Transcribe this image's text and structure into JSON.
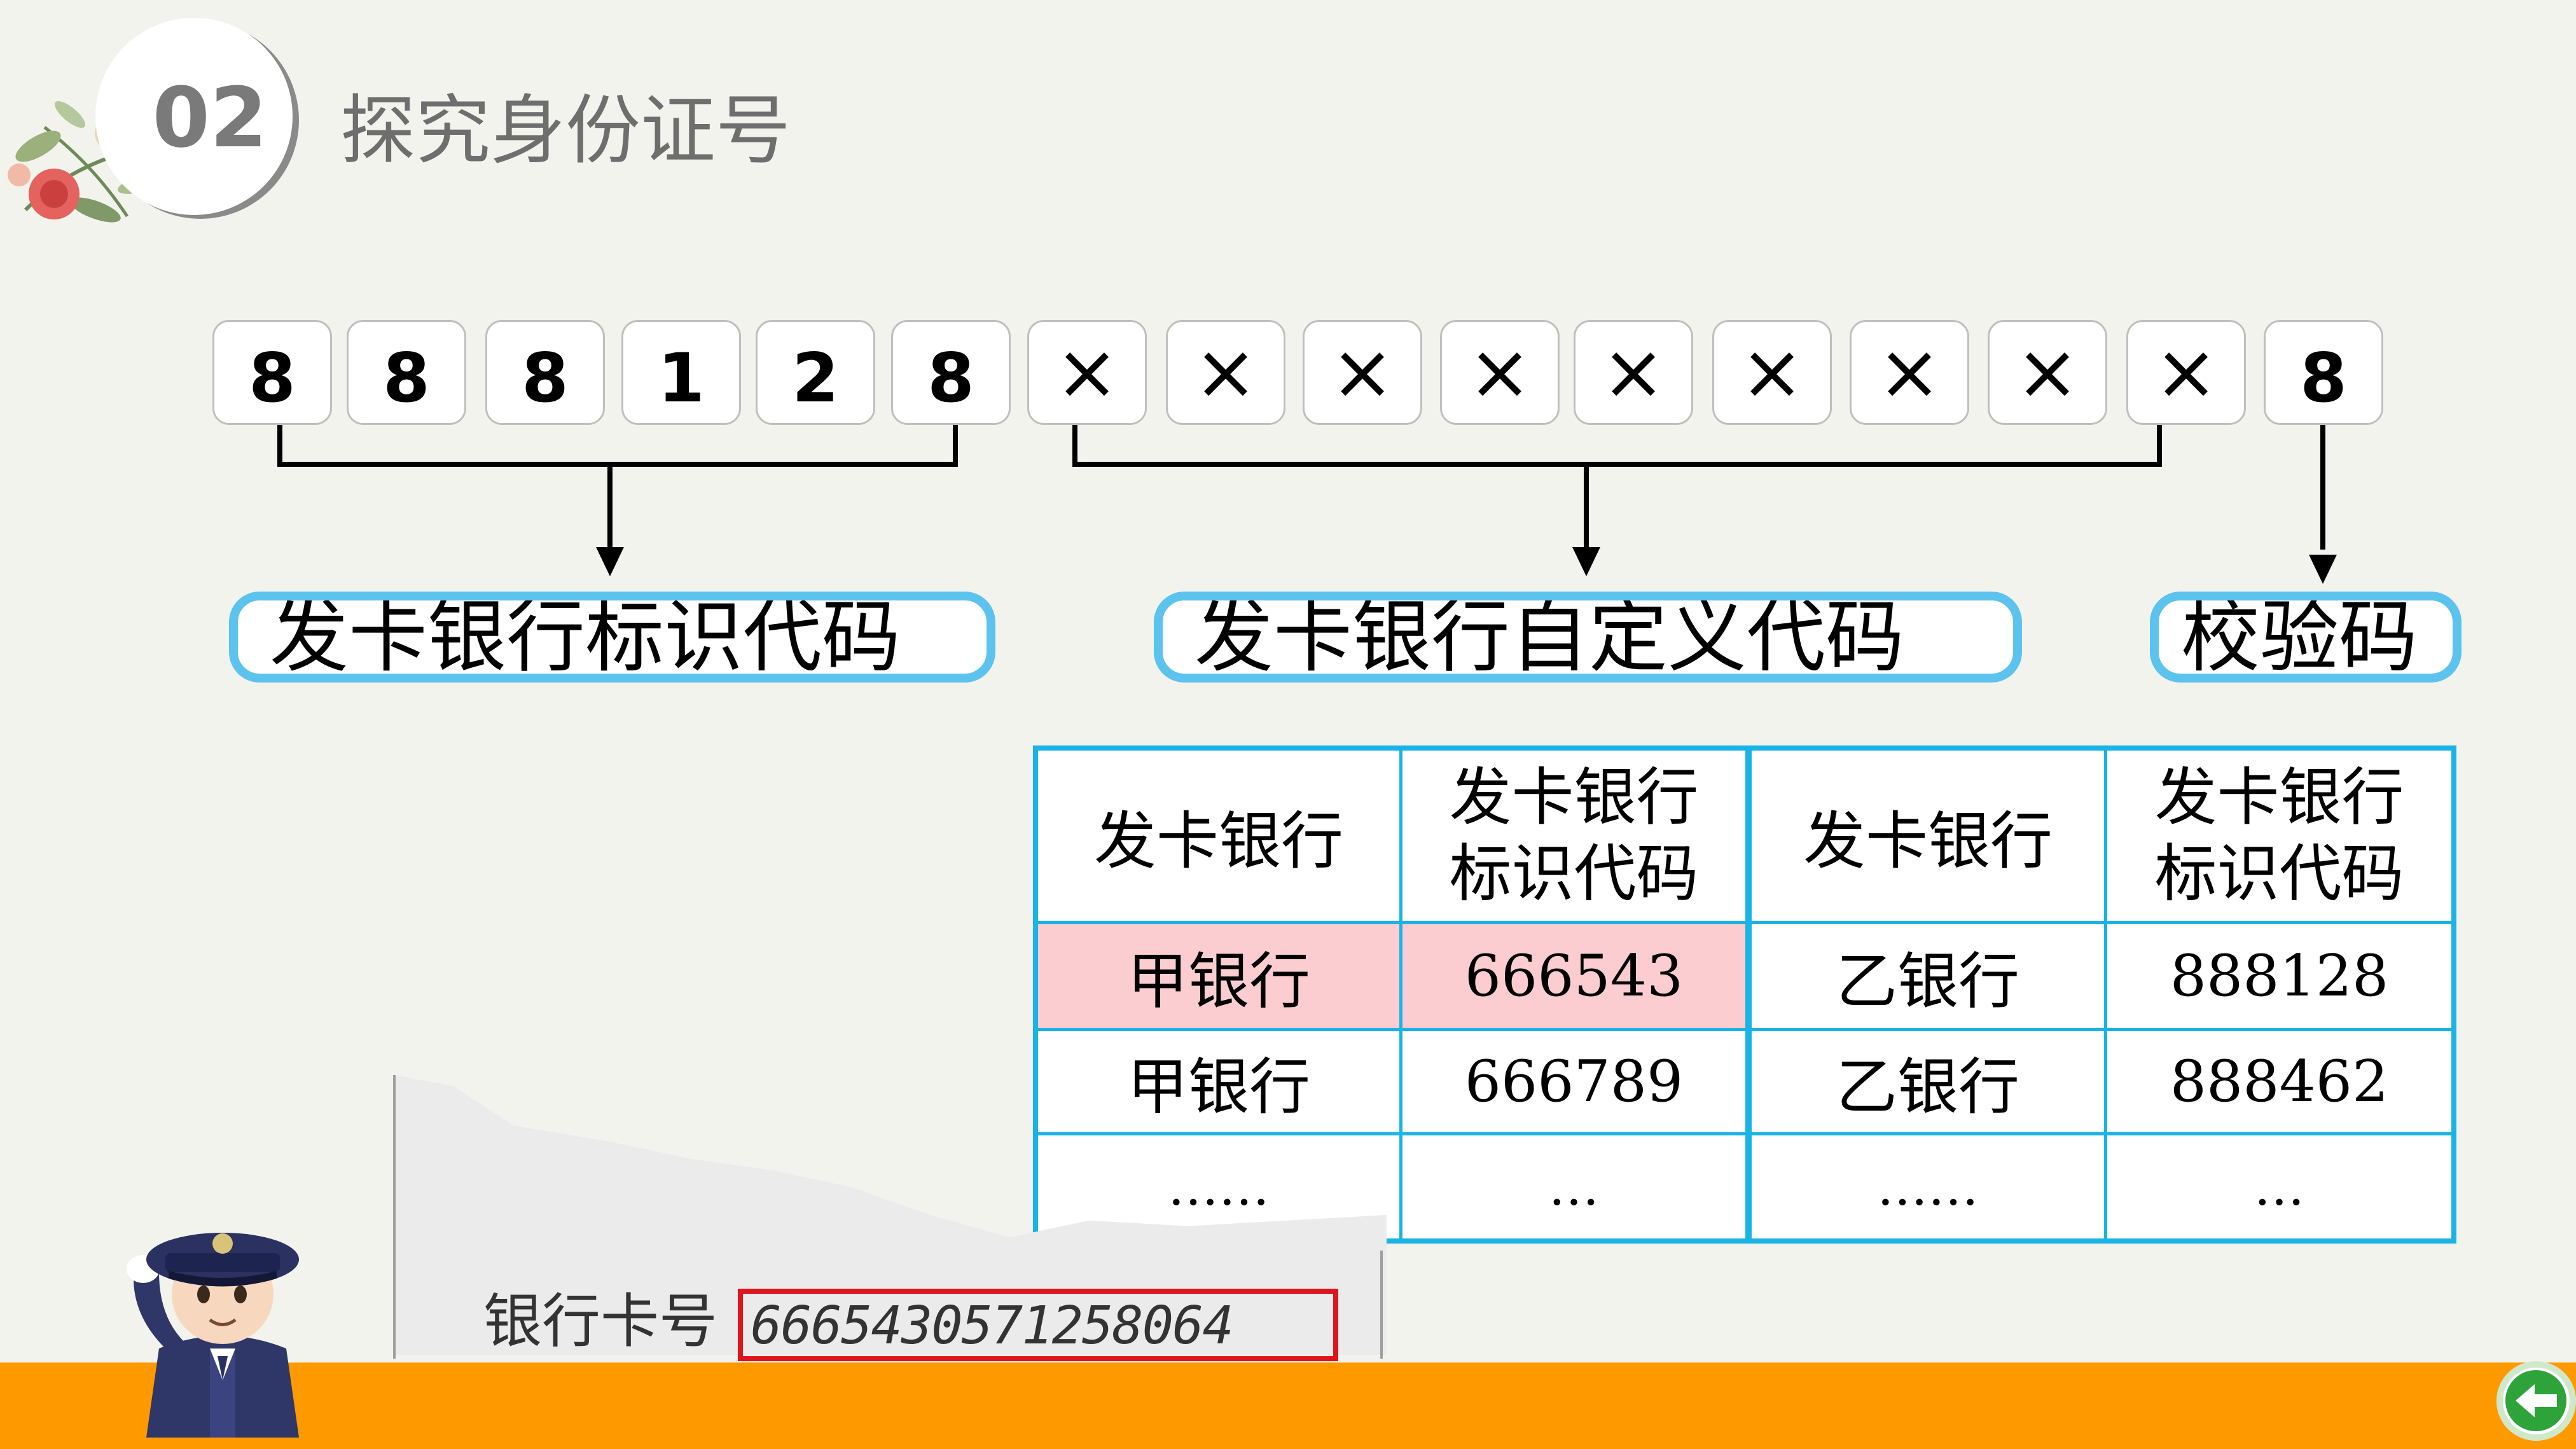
{
  "header": {
    "section_number": "02",
    "title": "探究身份证号"
  },
  "digits": [
    "8",
    "8",
    "8",
    "1",
    "2",
    "8",
    "×",
    "×",
    "×",
    "×",
    "×",
    "×",
    "×",
    "×",
    "×",
    "8"
  ],
  "segments": [
    {
      "label": "发卡银行标识代码"
    },
    {
      "label": "发卡银行自定义代码"
    },
    {
      "label": "校验码"
    }
  ],
  "table": {
    "headers": [
      "发卡银行",
      "发卡银行\n标识代码",
      "发卡银行",
      "发卡银行\n标识代码"
    ],
    "rows": [
      [
        "甲银行",
        "666543",
        "乙银行",
        "888128"
      ],
      [
        "甲银行",
        "666789",
        "乙银行",
        "888462"
      ],
      [
        "……",
        "…",
        "……",
        "…"
      ]
    ],
    "highlight_color": "#fbcdd0",
    "border_color": "#1ab3e6"
  },
  "bank_card": {
    "label": "银行卡号",
    "number": "6665430571258064",
    "highlight_color": "#e0141c"
  },
  "colors": {
    "footer": "#fe9a00",
    "segment_border": "#5cc2ee"
  }
}
